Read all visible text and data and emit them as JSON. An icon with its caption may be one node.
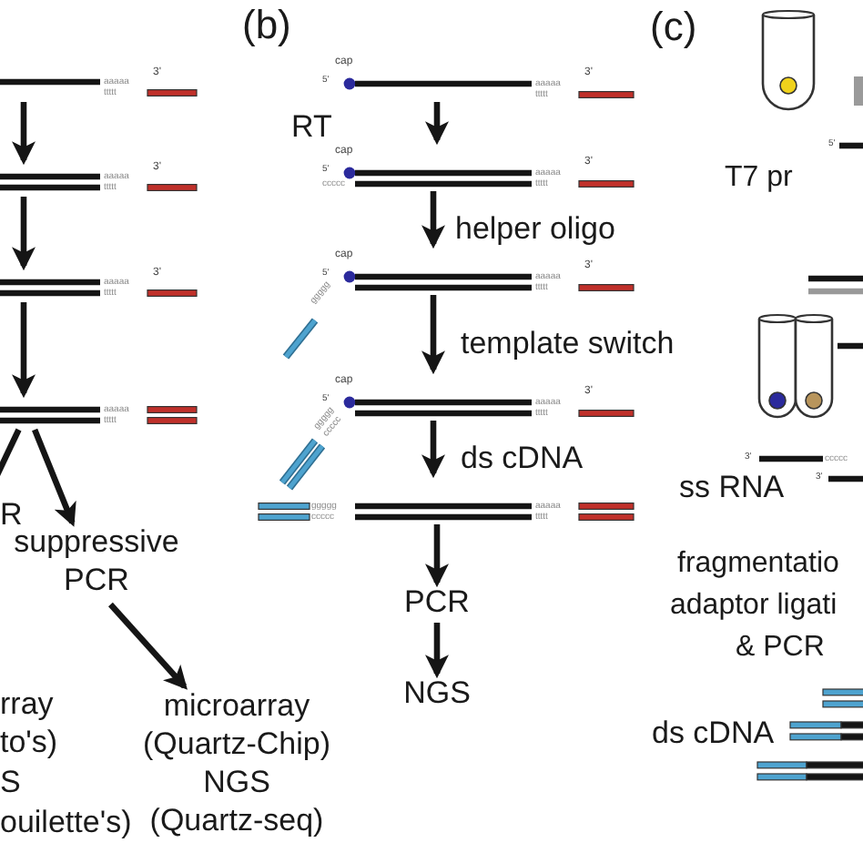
{
  "diagram": {
    "nodes": [
      {
        "text": [
          "aaaaa",
          "3'",
          "ttttt"
        ]
      },
      {
        "text": [
          "aaaaa",
          "3'",
          "ttttt"
        ]
      },
      {
        "text": [
          "aaaaa",
          "3'",
          "ttttt"
        ]
      },
      {
        "text": [
          "aaaaa",
          "ttttt"
        ]
      },
      {
        "text": [
          "suppressive PCR"
        ]
      },
      {
        "text": [
          "microarray (Quartz-Chip)",
          "NGS (Quartz-seq)"
        ]
      },
      {
        "text": [
          "cap",
          "5'",
          "aaaaa",
          "3'",
          "ttttt"
        ]
      },
      {
        "text": [
          "cap",
          "5'",
          "ccccc",
          "aaaaa",
          "3'",
          "ttttt"
        ]
      },
      {
        "text": [
          "cap",
          "5'",
          "aaaaa",
          "3'",
          "ttttt"
        ]
      },
      {
        "text": [
          "cap",
          "5'",
          "aaaaa",
          "3'",
          "ttttt"
        ]
      },
      {
        "text": [
          "ggggg",
          "ccccc",
          "aaaaa",
          "ttttt"
        ]
      },
      {
        "text": [
          "PCR"
        ]
      },
      {
        "text": [
          "NGS"
        ]
      },
      {
        "text": [],
        "shape": "picture"
      }
    ],
    "edges": [
      {
        "from": 0,
        "to": 1,
        "arrow": "to"
      },
      {
        "from": 1,
        "to": 2,
        "arrow": "to"
      },
      {
        "from": 2,
        "to": 3,
        "arrow": "to"
      },
      {
        "from": 3,
        "to": 4,
        "arrow": "to"
      },
      {
        "from": 3,
        "to": null,
        "arrow": "none"
      },
      {
        "from": 4,
        "to": 5,
        "arrow": "to"
      },
      {
        "from": 6,
        "to": 7,
        "arrow": "to",
        "label": "RT"
      },
      {
        "from": 7,
        "to": 8,
        "arrow": "to",
        "label": "helper oligo"
      },
      {
        "from": 8,
        "to": 9,
        "arrow": "to",
        "label": "template switch"
      },
      {
        "from": 9,
        "to": 10,
        "arrow": "to",
        "label": "ds cDNA"
      },
      {
        "from": 10,
        "to": 11,
        "arrow": "to"
      },
      {
        "from": 11,
        "to": 12,
        "arrow": "to"
      },
      {
        "from": 13,
        "to": null,
        "arrow": "none"
      }
    ],
    "labels": [
      "(b)",
      "(c)",
      "5'",
      "T7 pr",
      "ggggg",
      "ggggg",
      "ccccc",
      "R",
      "3'",
      "ccccc",
      "ss RNA",
      "3'",
      "fragmentatio",
      "adaptor ligati",
      "& PCR",
      "ds cDNA",
      "rray",
      "to's)",
      "S",
      "ouilette's)"
    ]
  }
}
